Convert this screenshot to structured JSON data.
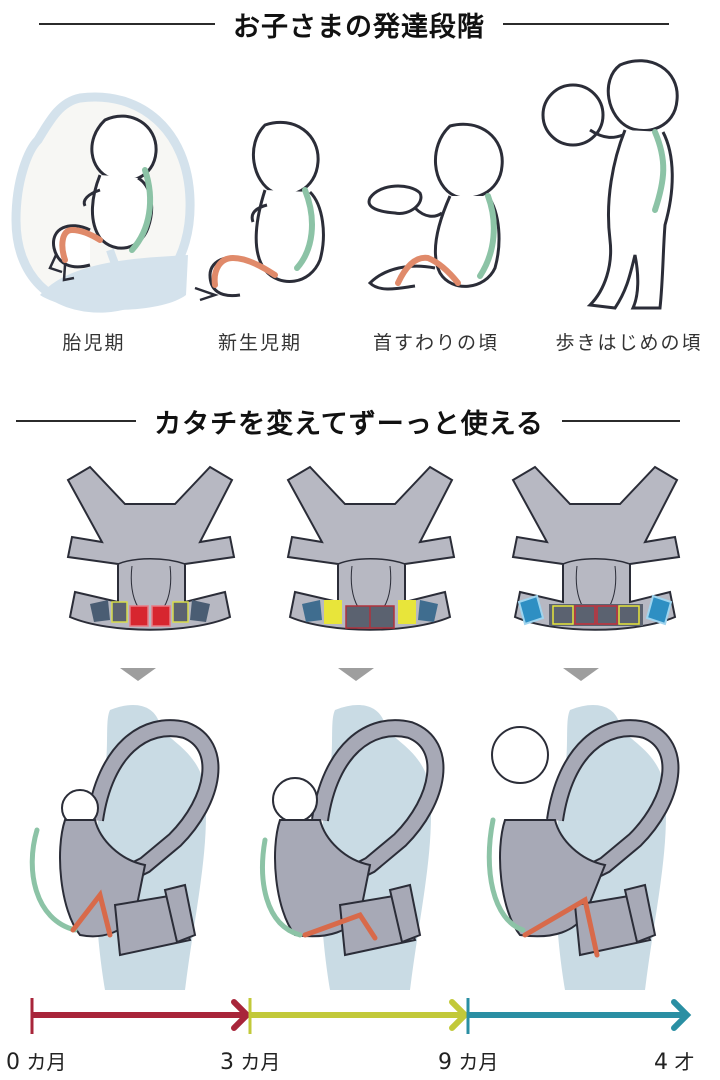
{
  "sections": {
    "development": {
      "title": "お子さまの発達段階",
      "stages": [
        {
          "label": "胎児期",
          "icon": "fetus-illustration"
        },
        {
          "label": "新生児期",
          "icon": "newborn-illustration"
        },
        {
          "label": "首すわりの頃",
          "icon": "head-control-baby-illustration"
        },
        {
          "label": "歩きはじめの頃",
          "icon": "toddler-walking-illustration"
        }
      ]
    },
    "carrier": {
      "title": "カタチを変えてずーっと使える",
      "configurations": [
        {
          "stage": "0-3 months",
          "highlight": "red",
          "panel_colors": [
            "#4a5d73",
            "#5b6270",
            "#d7262f",
            "#d7262f",
            "#5b6270",
            "#4a5d73"
          ],
          "outline_colors": [
            "#4a5d73",
            "#d8dc4a",
            "#e87a84",
            "#e87a84",
            "#d8dc4a",
            "#4a5d73"
          ]
        },
        {
          "stage": "3-9 months",
          "highlight": "yellow",
          "panel_colors": [
            "#3f6d8f",
            "#e8e53a",
            "#5b6270",
            "#5b6270",
            "#e8e53a",
            "#3f6d8f"
          ],
          "outline_colors": [
            "#3f6d8f",
            "#e8e53a",
            "#b0323c",
            "#b0323c",
            "#e8e53a",
            "#3f6d8f"
          ]
        },
        {
          "stage": "9 months - 4 years",
          "highlight": "blue",
          "panel_colors": [
            "#2e8fc3",
            "#5b6270",
            "#5b6270",
            "#5b6270",
            "#5b6270",
            "#2e8fc3"
          ],
          "outline_colors": [
            "#9fd4ee",
            "#e8e53a",
            "#c4313b",
            "#c4313b",
            "#e8e53a",
            "#9fd4ee"
          ]
        }
      ]
    }
  },
  "timeline": {
    "segments": [
      {
        "from": "0 カ月",
        "to": "3 カ月",
        "color": "#a8253a"
      },
      {
        "from": "3 カ月",
        "to": "9 カ月",
        "color": "#c2c93a"
      },
      {
        "from": "9 カ月",
        "to": "4 才",
        "color": "#2a8fa3"
      }
    ],
    "ticks": [
      {
        "num": "0",
        "unit": "カ月"
      },
      {
        "num": "3",
        "unit": "カ月"
      },
      {
        "num": "9",
        "unit": "カ月"
      },
      {
        "num": "4",
        "unit": "才"
      }
    ]
  },
  "colors": {
    "spine": "#8cc3a6",
    "leg": "#e08a6a",
    "womb": "#d4e2ec",
    "body_silhouette": "#c9dbe4",
    "carrier_gray": "#b7b8c2",
    "outline": "#2b2d38"
  }
}
